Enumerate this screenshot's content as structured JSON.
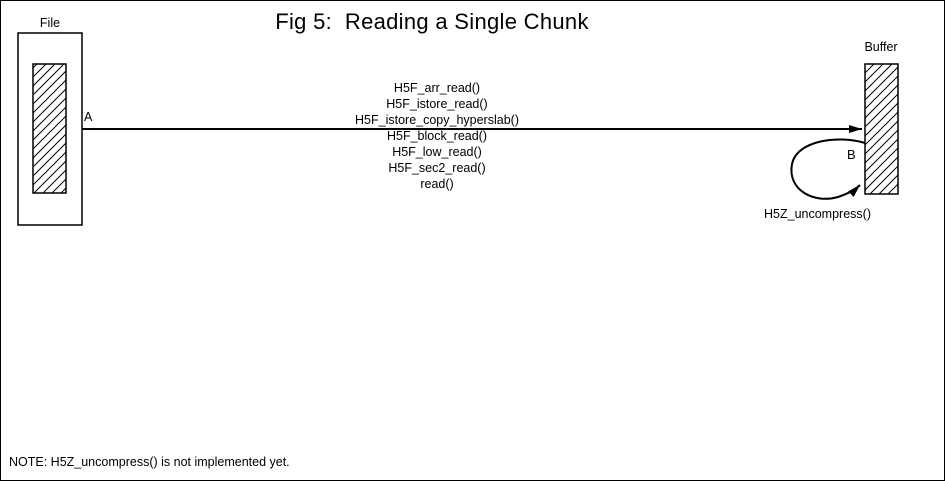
{
  "figure": {
    "title": "Fig 5:  Reading a Single Chunk",
    "file_label": "File",
    "buffer_label": "Buffer",
    "point_a_label": "A",
    "point_b_label": "B",
    "call_stack": [
      "H5F_arr_read()",
      "H5F_istore_read()",
      "H5F_istore_copy_hyperslab()",
      "H5F_block_read()",
      "H5F_low_read()",
      "H5F_sec2_read()",
      "read()"
    ],
    "uncompress_label": "H5Z_uncompress()",
    "note": "NOTE: H5Z_uncompress() is not implemented yet.",
    "colors": {
      "ink": "#000000",
      "background": "#ffffff"
    }
  }
}
